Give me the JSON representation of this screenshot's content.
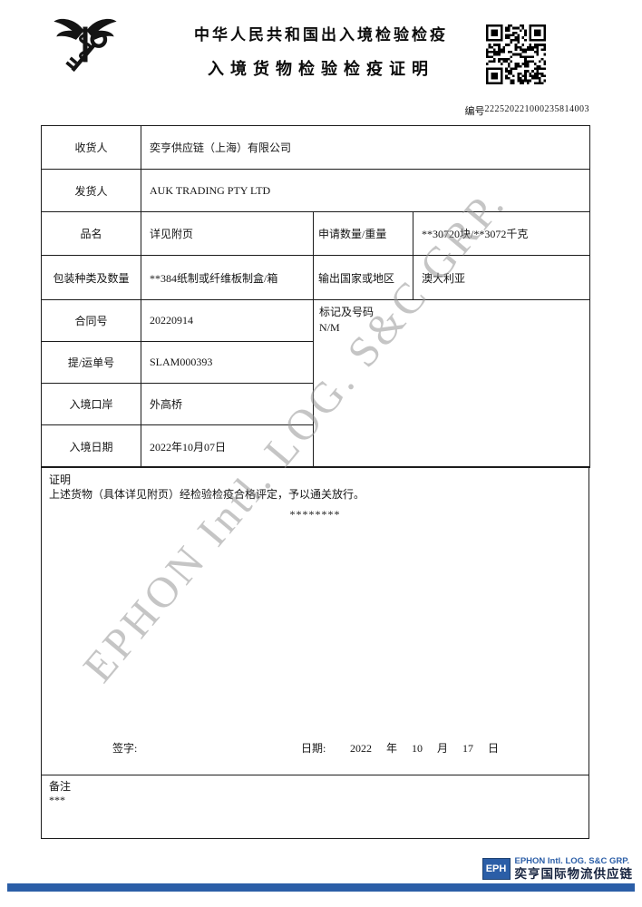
{
  "header": {
    "title_line1": "中华人民共和国出入境检验检疫",
    "title_line2": "入境货物检验检疫证明",
    "serial_label": "编号",
    "serial_number": "222520221000235814003"
  },
  "fields": {
    "consignee": {
      "label": "收货人",
      "value": "奕亨供应链（上海）有限公司"
    },
    "consignor": {
      "label": "发货人",
      "value": "AUK TRADING PTY LTD"
    },
    "product": {
      "label": "品名",
      "value": "详见附页"
    },
    "quantity": {
      "label": "申请数量/重量",
      "value": "**30720块/**3072千克"
    },
    "packing": {
      "label": "包装种类及数量",
      "value": "**384纸制或纤维板制盒/箱"
    },
    "origin": {
      "label": "输出国家或地区",
      "value": "澳大利亚"
    },
    "contract": {
      "label": "合同号",
      "value": "20220914"
    },
    "marks": {
      "label": "标记及号码",
      "value": "N/M"
    },
    "bill": {
      "label": "提/运单号",
      "value": "SLAM000393"
    },
    "port": {
      "label": "入境口岸",
      "value": "外高桥"
    },
    "entry_date": {
      "label": "入境日期",
      "value": "2022年10月07日"
    }
  },
  "certificate": {
    "label": "证明",
    "statement": "上述货物（具体详见附页）经检验检疫合格评定，予以通关放行。",
    "asterisks": "********",
    "sign_label": "签字:",
    "date_label": "日期:",
    "date_value": "2022 年 10 月 17 日"
  },
  "remarks": {
    "label": "备注",
    "value": "***"
  },
  "watermark": "EPHON Intl. LOG. S&C GRP.",
  "footer": {
    "logo_text": "EPH",
    "company_en": "EPHON Intl. LOG. S&C GRP.",
    "company_cn": "奕亨国际物流供应链"
  },
  "colors": {
    "brand_blue": "#2b5ea7",
    "ink": "#141414"
  }
}
